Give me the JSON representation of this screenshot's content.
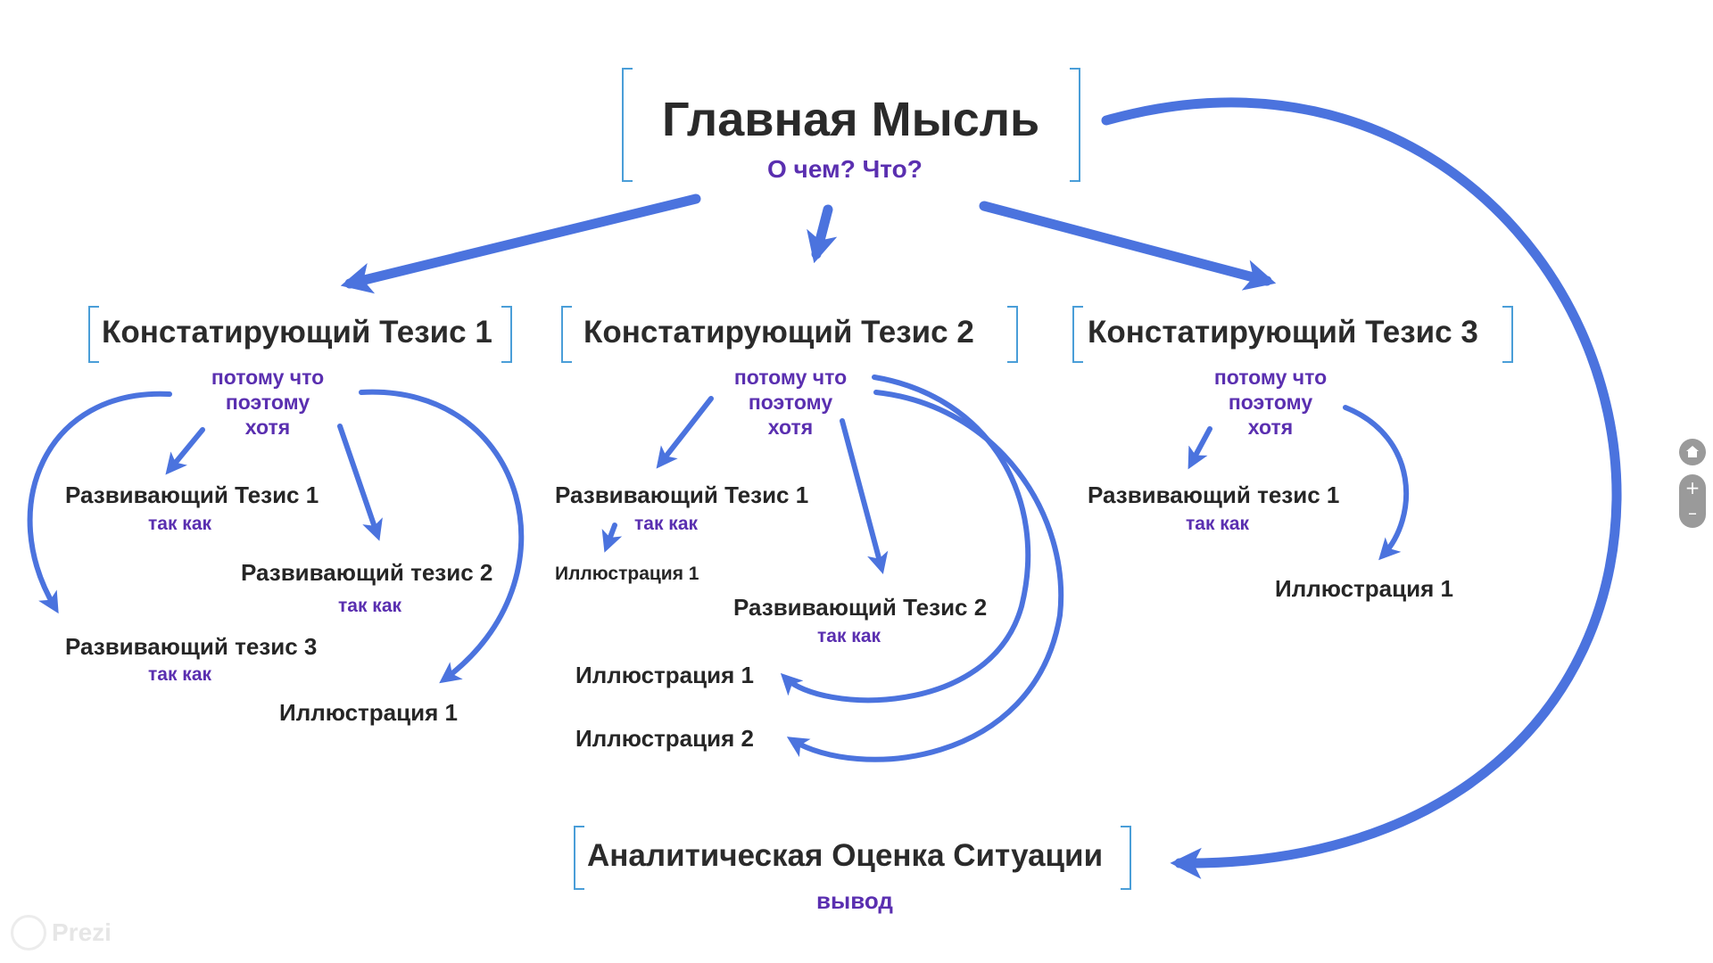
{
  "main": {
    "title": "Главная Мысль",
    "subtitle": "О чем? Что?"
  },
  "theses": [
    {
      "title": "Констатирующий Тезис 1",
      "connectors": [
        "потому что",
        "поэтому",
        "хотя"
      ]
    },
    {
      "title": "Констатирующий Тезис 2",
      "connectors": [
        "потому что",
        "поэтому",
        "хотя"
      ]
    },
    {
      "title": "Констатирующий Тезис 3",
      "connectors": [
        "потому что",
        "поэтому",
        "хотя"
      ]
    }
  ],
  "col1": {
    "dev1": "Развивающий Тезис 1",
    "dev1_link": "так как",
    "dev2": "Развивающий тезис 2",
    "dev2_link": "так как",
    "dev3": "Развивающий тезис 3",
    "dev3_link": "так как",
    "illus1": "Иллюстрация 1"
  },
  "col2": {
    "dev1": "Развивающий Тезис 1",
    "dev1_link": "так как",
    "illus_small": "Иллюстрация 1",
    "dev2": "Развивающий Тезис 2",
    "dev2_link": "так как",
    "illus1": "Иллюстрация 1",
    "illus2": "Иллюстрация 2"
  },
  "col3": {
    "dev1": "Развивающий тезис 1",
    "dev1_link": "так как",
    "illus1": "Иллюстрация 1"
  },
  "conclusion": {
    "title": "Аналитическая Оценка Ситуации",
    "subtitle": "вывод"
  },
  "controls": {
    "home_icon": "home-icon",
    "zoom_in": "+",
    "zoom_out": "–"
  },
  "watermark": "Prezi",
  "colors": {
    "arrow": "#4b73de",
    "connector_text": "#5a2fb0",
    "bracket": "#4a9ed8"
  }
}
